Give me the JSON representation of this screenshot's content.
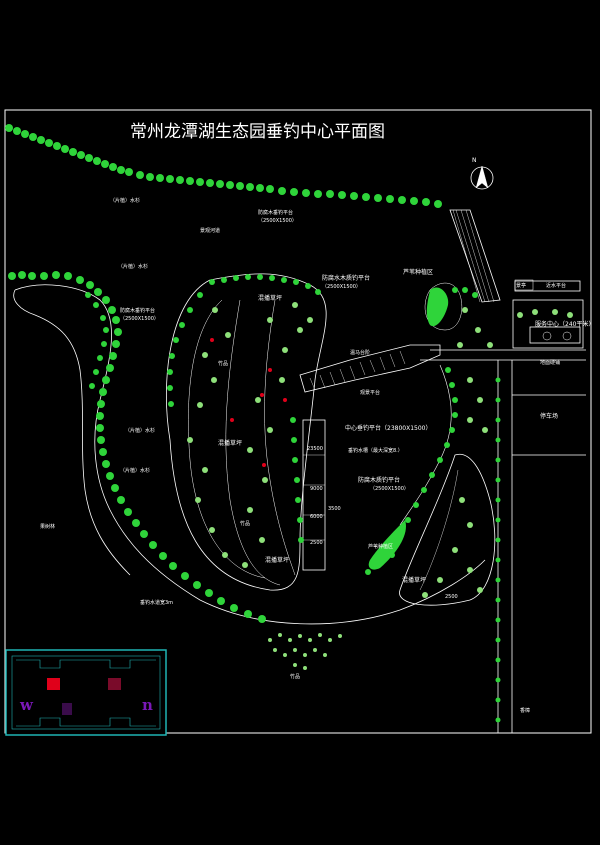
{
  "title": "常州龙潭湖生态园垂钓中心平面图",
  "north": "N",
  "labels": {
    "shanshan_top": "（片植）水杉",
    "shanshan_left": "（片植）水杉",
    "shanshan_bottom": "（片植）水杉",
    "shanshan_mid": "（片植）水杉",
    "jingguan_hedao": "景观河道",
    "fangfu_top": "防腐木垂钓平台",
    "fangfu_top_size": "（2500X1500）",
    "fangfu_left": "防腐木垂钓平台",
    "fangfu_left_size": "（2500X1500）",
    "fangfu_right": "防腐木质钓平台",
    "fangfu_right_size": "（2500X1500）",
    "fangfu_south": "防腐水木质钓平台",
    "fangfu_south_size": "（2500X1500）",
    "luwei_top": "芦苇种植区",
    "luwei_bottom": "芦苇种植区",
    "jiangcao_top": "混播草坪",
    "jiangcao_left": "混播草坪",
    "jiangcao_bottom": "混播草坪",
    "jiangcao_south": "混播草坪",
    "wanjing": "观景平台",
    "wenbo": "温马台阶",
    "chuidiao_zhongxin": "中心垂钓平台（23800X1500）",
    "chuidiao_shuicao": "垂钓水槽（最大深宽8.）",
    "chuidiao_shuidao": "垂钓水道宽3m",
    "fuwu": "服务中心（240平米）",
    "tingche": "停车场",
    "jinshui": "近水平台",
    "jingting": "景亭",
    "didi": "地面硬铺",
    "guomu": "果树林",
    "zhupin": "竹品",
    "zhupin2": "竹品",
    "xiangzhang": "香樟",
    "dim_23500": "23500",
    "dim_9000": "9000",
    "dim_6000": "6000",
    "dim_3500": "3500",
    "dim_2500": "2500",
    "dim_1500": "2500",
    "wm_left": "w",
    "wm_right": "n"
  },
  "colors": {
    "background": "#000000",
    "border": "#ffffff",
    "tree_green": "#2fd43a",
    "tree_light": "#b9f5a4",
    "shrub": "#8ee07a",
    "path": "#ffffff",
    "watermark_frame": "#1fb4b4",
    "watermark_red": "#e0001a",
    "watermark_purple": "#7a18b8"
  }
}
